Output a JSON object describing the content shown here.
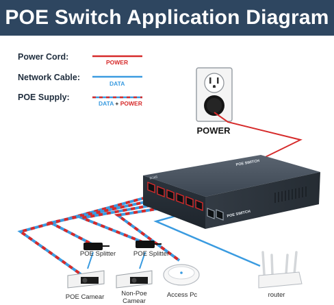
{
  "header": {
    "title": "POE Switch Application Diagram"
  },
  "legend": {
    "power_cord_label": "Power Cord:",
    "power_cord_tag": "POWER",
    "network_cable_label": "Network Cable:",
    "network_cable_tag": "DATA",
    "poe_supply_label": "POE Supply:",
    "poe_supply_tag_data": "DATA",
    "poe_supply_tag_plus": "+",
    "poe_supply_tag_power": "POWER"
  },
  "outlet": {
    "label": "POWER"
  },
  "switch": {
    "brand": "RJ45",
    "label": "POE SWITCH"
  },
  "devices": {
    "splitter_1": "POE Splitter",
    "splitter_2": "POE Splitter",
    "poe_camera": "POE Camear",
    "non_poe_camera_line1": "Non-Poe",
    "non_poe_camera_line2": "Camear",
    "access_pc": "Access Pc",
    "router": "router"
  },
  "colors": {
    "banner": "#2e4660",
    "power": "#d62a2a",
    "data": "#3a9be0",
    "switch_body": "#3c4652"
  }
}
